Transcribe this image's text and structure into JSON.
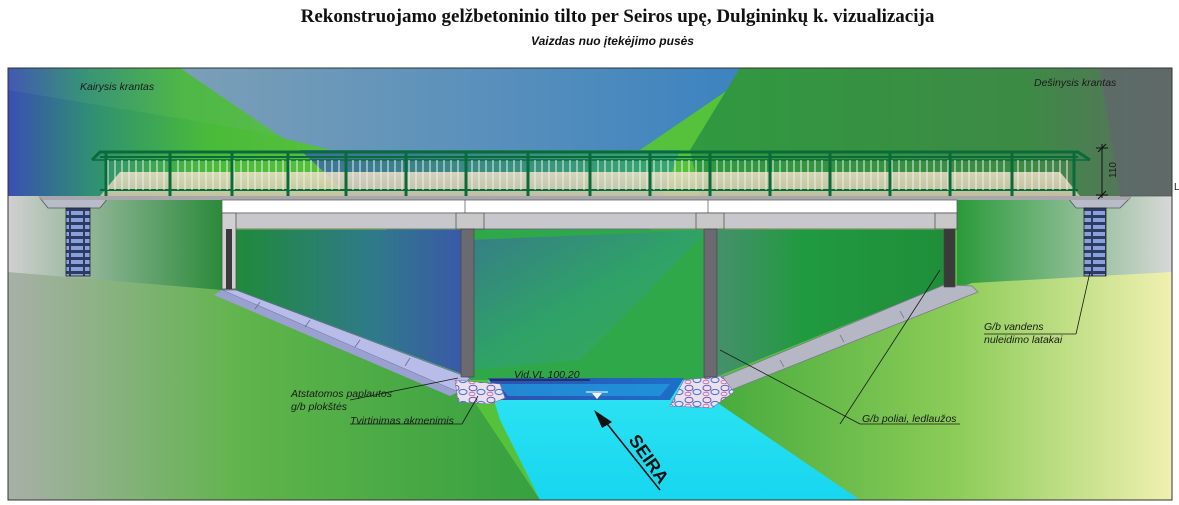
{
  "title": "Rekonstruojamo gelžbetoninio tilto per Seiros upę, Dulgininkų k. vizualizacija",
  "subtitle": "Vaizdas nuo įtekėjimo pusės",
  "labels": {
    "left_bank": "Kairysis krantas",
    "right_bank": "Dešinysis krantas",
    "railing_height": "110",
    "water_level": "Vid.VL 100,20",
    "slabs_line1": "Atstatomos paplautos",
    "slabs_line2": "g/b plokštės",
    "stone_reinforcement": "Tvirtinimas akmenimis",
    "piles_ice": "G/b poliai, ledlaužos",
    "drain_line1": "G/b vandens",
    "drain_line2": "nuleidimo latakai",
    "river_name": "SEIRA",
    "edge_mark": "L"
  },
  "colors": {
    "grass": "#3fae3a",
    "water": "#19e3f0",
    "concrete": "#c8c8c8",
    "railing": "#0a6b3a",
    "sky_left": "#3b5bb0"
  }
}
